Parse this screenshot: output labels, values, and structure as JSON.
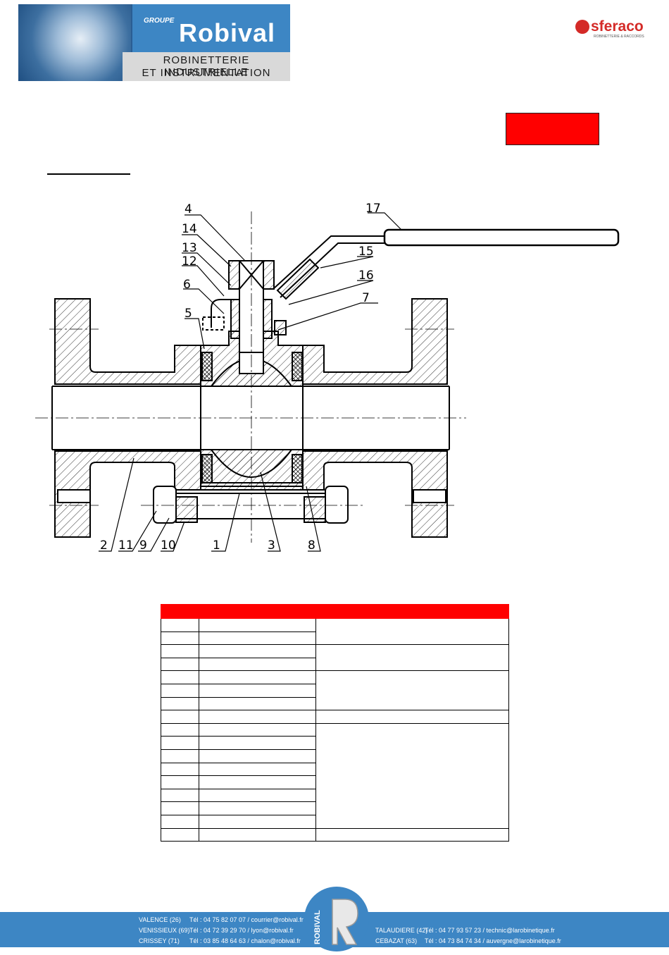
{
  "header": {
    "logo_group_label": "GROUPE",
    "logo_name": "Robival",
    "logo_line1": "ROBINETTERIE INDUSTRIELLE",
    "logo_line2": "ET INSTRUMENTATION",
    "partner_logo_name": "sferaco",
    "partner_logo_sub": "ROBINETTERIE & RACCORDS"
  },
  "drawing": {
    "callouts": [
      "1",
      "2",
      "3",
      "4",
      "5",
      "6",
      "7",
      "8",
      "9",
      "10",
      "11",
      "12",
      "13",
      "14",
      "15",
      "16",
      "17"
    ],
    "colors": {
      "line": "#000000",
      "hatch": "#000000"
    }
  },
  "table": {
    "header_color": "#ff0000",
    "columns": [
      "",
      "",
      ""
    ],
    "rows": 17
  },
  "footer": {
    "left": [
      {
        "city": "VALENCE (26)",
        "contact": "Tél : 04 75 82 07 07 / courrier@robival.fr"
      },
      {
        "city": "VENISSIEUX (69)",
        "contact": "Tél : 04 72 39 29 70 / lyon@robival.fr"
      },
      {
        "city": "CRISSEY (71)",
        "contact": "Tél : 03 85 48 64 63 / chalon@robival.fr"
      }
    ],
    "right": [
      {
        "city": "TALAUDIERE (42)",
        "contact": "Tél : 04 77 93 57 23 / technic@larobinetique.fr"
      },
      {
        "city": "CEBAZAT (63)",
        "contact": "Tél : 04 73 84 74 34 / auvergne@larobinetique.fr"
      }
    ],
    "logo_text": "ROBIVAL"
  }
}
